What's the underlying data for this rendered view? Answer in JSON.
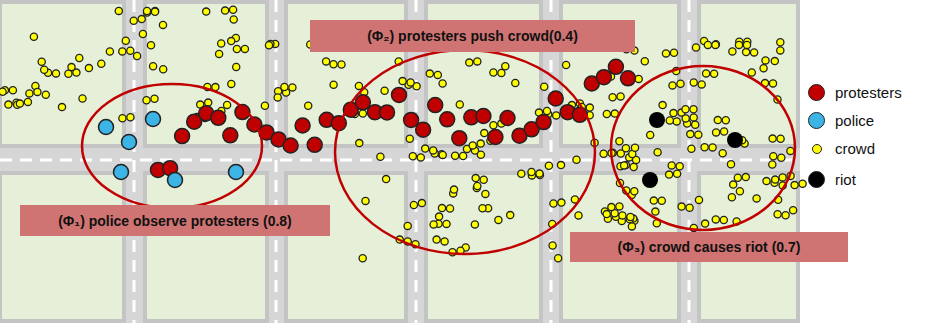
{
  "diagram": {
    "nodes": [
      {
        "text": [
          "(Φ₂) protesters push crowd(0.4)"
        ]
      },
      {
        "text": [
          "(Φ₁) police observe protesters (0.8)"
        ]
      },
      {
        "text": [
          "(Φ₃) crowd causes riot (0.7)"
        ]
      }
    ],
    "legend": [
      {
        "text": "protesters",
        "color": "#c00000"
      },
      {
        "text": "police",
        "color": "#3cb4e6"
      },
      {
        "text": "crowd",
        "color": "#ffff00"
      },
      {
        "text": "riot",
        "color": "#000000"
      }
    ]
  }
}
